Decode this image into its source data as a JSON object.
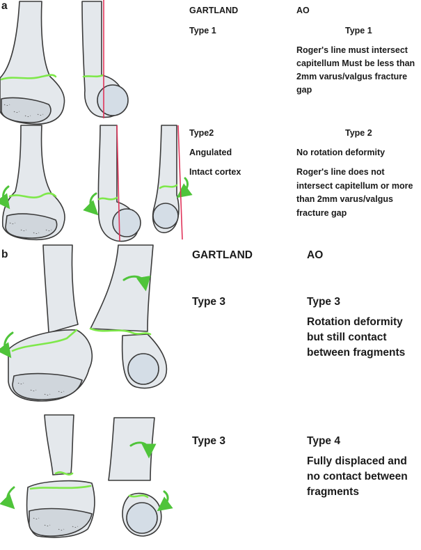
{
  "panel_a": {
    "label": "a",
    "gartland_header": "GARTLAND",
    "ao_header": "AO",
    "row1": {
      "gartland_type": "Type 1",
      "ao_type": "Type 1",
      "ao_desc": "Roger's line must intersect capitellum Must be less than 2mm varus/valgus fracture gap"
    },
    "row2": {
      "gartland_type": "Type2",
      "gartland_desc_1": "Angulated",
      "gartland_desc_2": "Intact cortex",
      "ao_type": "Type 2",
      "ao_desc_1": "No rotation deformity",
      "ao_desc_2": "Roger's line does not intersect capitellum or more than 2mm varus/valgus fracture gap"
    }
  },
  "panel_b": {
    "label": "b",
    "gartland_header": "GARTLAND",
    "ao_header": "AO",
    "row1": {
      "gartland_type": "Type 3",
      "ao_type": "Type 3",
      "ao_desc": "Rotation deformity but still contact between fragments"
    },
    "row2": {
      "gartland_type": "Type 3",
      "ao_type": "Type 4",
      "ao_desc": "Fully displaced and no contact between fragments"
    }
  },
  "colors": {
    "bone_fill": "#e4e8ec",
    "bone_stroke": "#3a3a3a",
    "fracture_line": "#7ee84a",
    "arrow": "#4fc43a",
    "roger_line": "#e0345a"
  }
}
